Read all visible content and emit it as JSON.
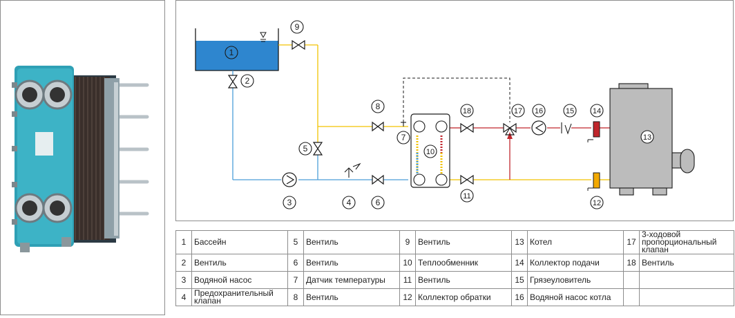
{
  "diagram": {
    "markers": [
      {
        "n": "1"
      },
      {
        "n": "2"
      },
      {
        "n": "3"
      },
      {
        "n": "4"
      },
      {
        "n": "5"
      },
      {
        "n": "6"
      },
      {
        "n": "7"
      },
      {
        "n": "8"
      },
      {
        "n": "9"
      },
      {
        "n": "10"
      },
      {
        "n": "11"
      },
      {
        "n": "12"
      },
      {
        "n": "13"
      },
      {
        "n": "14"
      },
      {
        "n": "15"
      },
      {
        "n": "16"
      },
      {
        "n": "17"
      },
      {
        "n": "18"
      }
    ],
    "colors": {
      "supply": "#c0262c",
      "return": "#f2c200",
      "pool": "#4a9ed8",
      "pool_fill": "#2e86cf",
      "control": "#1a1a1a"
    }
  },
  "legend": [
    [
      {
        "n": "1",
        "t": "Бассейн"
      },
      {
        "n": "5",
        "t": "Вентиль"
      },
      {
        "n": "9",
        "t": "Вентиль"
      },
      {
        "n": "13",
        "t": "Котел"
      },
      {
        "n": "17",
        "t": "3-ходовой пропорциональный клапан"
      }
    ],
    [
      {
        "n": "2",
        "t": "Вентиль"
      },
      {
        "n": "6",
        "t": "Вентиль"
      },
      {
        "n": "10",
        "t": "Теплообменник"
      },
      {
        "n": "14",
        "t": "Коллектор подачи"
      },
      {
        "n": "18",
        "t": "Вентиль"
      }
    ],
    [
      {
        "n": "3",
        "t": "Водяной насос"
      },
      {
        "n": "7",
        "t": "Датчик температуры"
      },
      {
        "n": "11",
        "t": "Вентиль"
      },
      {
        "n": "15",
        "t": "Грязеуловитель"
      },
      {
        "n": "",
        "t": ""
      }
    ],
    [
      {
        "n": "4",
        "t": "Предохранительный клапан"
      },
      {
        "n": "8",
        "t": "Вентиль"
      },
      {
        "n": "12",
        "t": "Коллектор обратки"
      },
      {
        "n": "16",
        "t": "Водяной насос котла"
      },
      {
        "n": "",
        "t": ""
      }
    ]
  ]
}
